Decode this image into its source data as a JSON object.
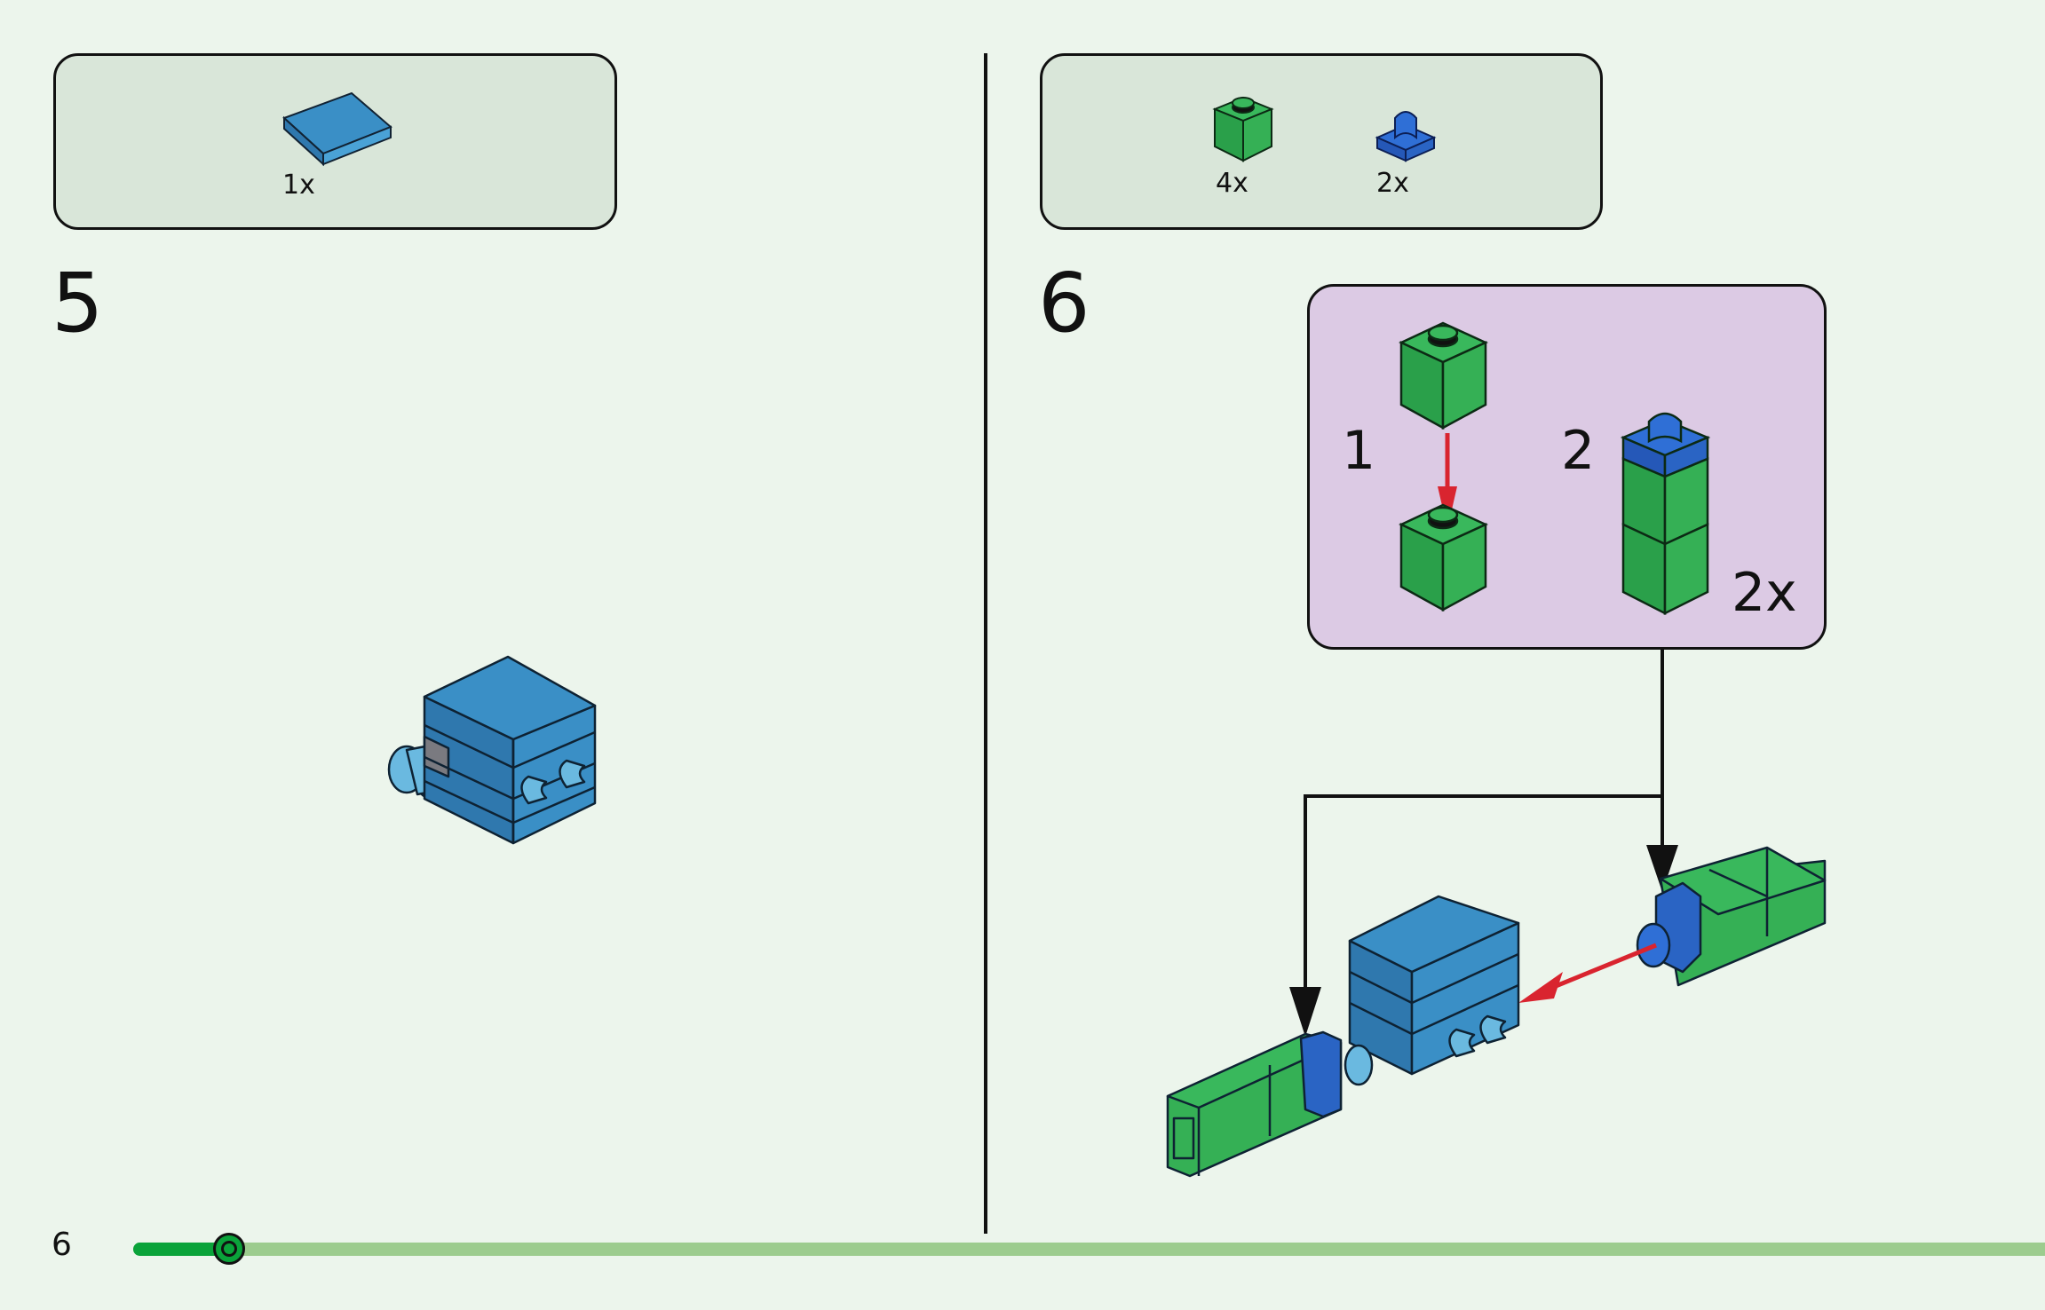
{
  "page": {
    "number": "6",
    "progress_percent": 5
  },
  "colors": {
    "background": "#ecf5ec",
    "parts_box": "#d9e6d9",
    "callout": "#dccae4",
    "brick_green": "#2fb254",
    "brick_blue_medium": "#3a8fc6",
    "brick_blue_light": "#6ab9e0",
    "brick_blue_dark": "#2a64c4",
    "arrow_red": "#d9242f",
    "progress_done": "#0aa33a",
    "progress_remaining": "#9ccc8e"
  },
  "steps": [
    {
      "number": "5",
      "parts": [
        {
          "icon": "blue-tile-2x2-icon",
          "qty": "1x"
        }
      ]
    },
    {
      "number": "6",
      "parts": [
        {
          "icon": "green-brick-1x1-icon",
          "qty": "4x"
        },
        {
          "icon": "blue-clip-plate-icon",
          "qty": "2x"
        }
      ],
      "callout": {
        "substeps": [
          {
            "number": "1"
          },
          {
            "number": "2"
          }
        ],
        "multiplier": "2x"
      }
    }
  ]
}
